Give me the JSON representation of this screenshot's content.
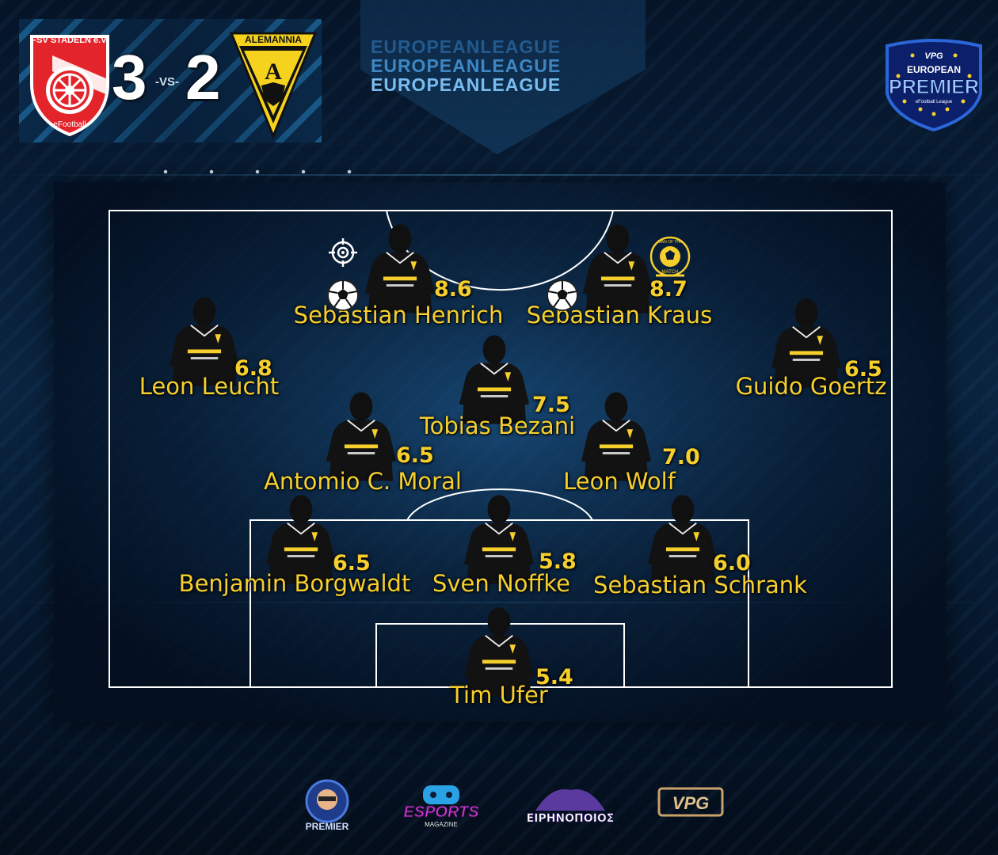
{
  "match": {
    "home_team": "FSV STADELN e.V.",
    "home_sub": "eFootball",
    "home_score": "3",
    "separator": "-VS-",
    "away_score": "2",
    "away_team": "ALEMANNIA",
    "away_letter": "A"
  },
  "league_lines": [
    "EUROPEANLEAGUE",
    "EUROPEANLEAGUE",
    "EUROPEANLEAGUE"
  ],
  "brand": {
    "top": "VPG",
    "name1": "EUROPEAN",
    "name2": "PREMIER",
    "sub": "eFootball League"
  },
  "colors": {
    "accent": "#f6cf2d",
    "pitch_line": "#ffffff",
    "brand_blue": "#2b66d9"
  },
  "players": [
    {
      "name": "Sebastian Henrich",
      "rating": "8.6",
      "icons": [
        "ball-icon",
        "target-icon"
      ]
    },
    {
      "name": "Sebastian Kraus",
      "rating": "8.7",
      "icons": [
        "ball-icon",
        "motm-icon"
      ]
    },
    {
      "name": "Leon Leucht",
      "rating": "6.8"
    },
    {
      "name": "Tobias Bezani",
      "rating": "7.5"
    },
    {
      "name": "Guido Goertz",
      "rating": "6.5"
    },
    {
      "name": "Antomio C. Moral",
      "rating": "6.5"
    },
    {
      "name": "Leon Wolf",
      "rating": "7.0"
    },
    {
      "name": "Benjamin Borgwaldt",
      "rating": "6.5"
    },
    {
      "name": "Sven Noffke",
      "rating": "5.8"
    },
    {
      "name": "Sebastian Schrank",
      "rating": "6.0"
    },
    {
      "name": "Tim Ufer",
      "rating": "5.4"
    }
  ],
  "motm": {
    "top": "MAN OF THE",
    "bottom": "MATCH"
  },
  "sponsors": [
    {
      "label": "PREMIER"
    },
    {
      "label": "ESPORTS",
      "sub": "MAGAZINE"
    },
    {
      "label": "ΕΙΡΗΝΟΠΟΙΟΣ"
    },
    {
      "label": "VPG"
    }
  ]
}
